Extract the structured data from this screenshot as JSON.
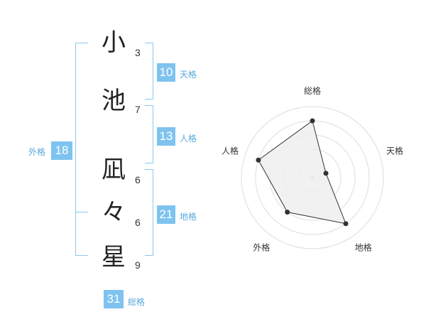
{
  "name": {
    "chars": [
      {
        "char": "小",
        "strokes": "3"
      },
      {
        "char": "池",
        "strokes": "7"
      },
      {
        "char": "凪",
        "strokes": "6"
      },
      {
        "char": "々",
        "strokes": "6"
      },
      {
        "char": "星",
        "strokes": "9"
      }
    ]
  },
  "kaku": {
    "tenkaku": {
      "value": "10",
      "label": "天格"
    },
    "jinkaku": {
      "value": "13",
      "label": "人格"
    },
    "chikaku": {
      "value": "21",
      "label": "地格"
    },
    "gaikaku": {
      "value": "18",
      "label": "外格"
    },
    "soukaku": {
      "value": "31",
      "label": "総格"
    }
  },
  "chart_data": {
    "type": "radar",
    "axes": [
      "総格",
      "天格",
      "地格",
      "外格",
      "人格"
    ],
    "values": [
      4,
      1,
      4,
      3,
      4
    ],
    "range": [
      0,
      5
    ],
    "rings": 5,
    "colors": {
      "fill": "#efefef",
      "line": "#333333",
      "grid": "#dddddd",
      "accent": "#7ec3f0"
    }
  }
}
